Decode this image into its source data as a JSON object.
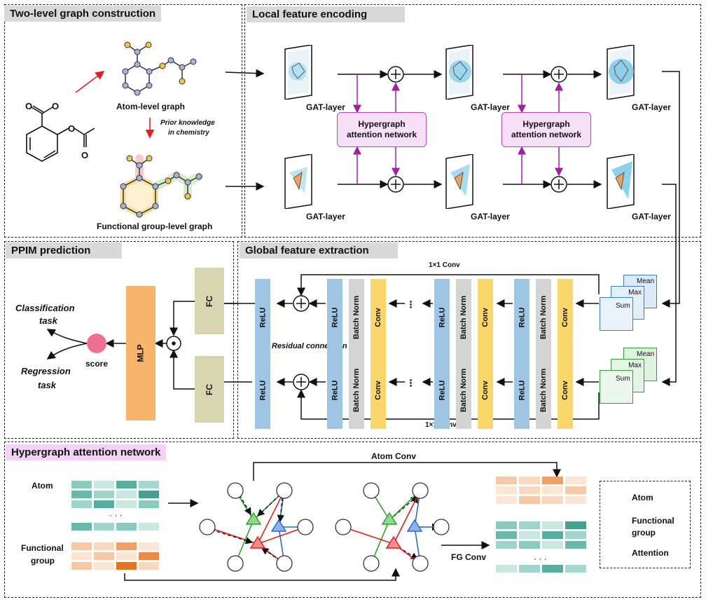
{
  "panels": {
    "two_level": {
      "title": "Two-level graph construction",
      "atom_graph_label": "Atom-level graph",
      "prior_knowledge": "Prior knowledge",
      "in_chemistry": "in chemistry",
      "fg_graph_label": "Functional group-level graph",
      "molecule_o1": "O",
      "molecule_o2": "O",
      "molecule_o3": "O",
      "molecule_o4": "O"
    },
    "local": {
      "title": "Local feature encoding",
      "gat_label": "GAT-layer",
      "hyper_line1": "Hypergraph",
      "hyper_line2": "attention network"
    },
    "global": {
      "title": "Global feature extraction",
      "conv_1x1": "1×1 Conv",
      "residual": "Residual connection",
      "relu": "ReLU",
      "batch_norm": "Batch Norm",
      "conv": "Conv",
      "mean": "Mean",
      "max": "Max",
      "sum": "Sum",
      "dots": "⁝",
      "plus": "+"
    },
    "ppim": {
      "title": "PPIM prediction",
      "classification": "Classification",
      "classification_task": "task",
      "regression": "Regression",
      "regression_task": "task",
      "score": "score",
      "mlp": "MLP",
      "fc": "FC"
    },
    "hgat": {
      "title": "Hypergraph attention network",
      "atom": "Atom",
      "functional": "Functional",
      "group": "group",
      "ellipsis": "· · ·",
      "atom_conv": "Atom Conv",
      "fg_conv": "FG Conv",
      "legend_atom": "Atom",
      "legend_functional": "Functional",
      "legend_group": "group",
      "legend_attention": "Attention"
    }
  },
  "colors": {
    "relu": "#9ec6e4",
    "batch_norm": "#d4d4d4",
    "conv": "#f9d76c",
    "fc": "#d8d6b0",
    "mlp": "#f7b46a",
    "hyper_border": "#b04ab0",
    "hyper_fill": "#f7dff7",
    "score": "#ee6f8e",
    "blue_pool": "#3e7fbf",
    "green_pool": "#3a9a3a"
  }
}
